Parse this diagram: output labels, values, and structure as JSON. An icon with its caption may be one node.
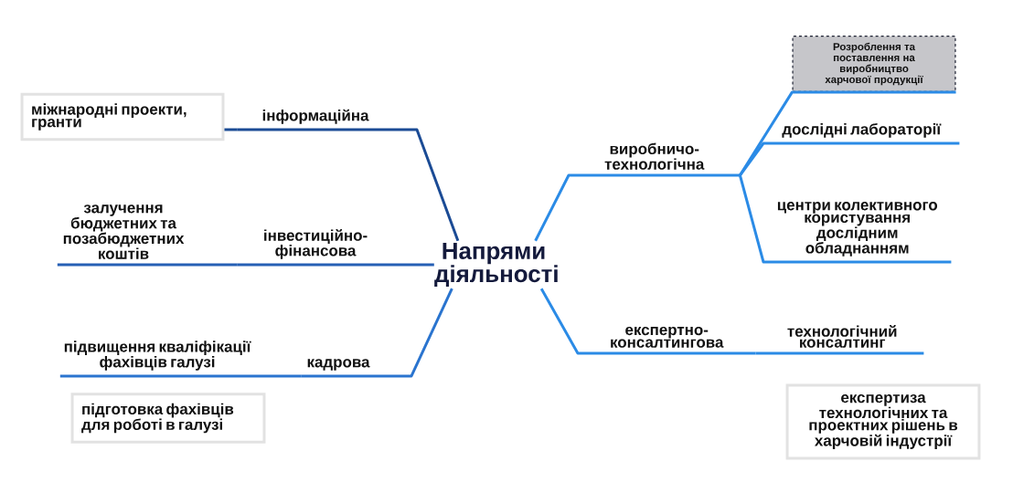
{
  "diagram": {
    "nodes": [
      {
        "text": [
          "Напрями діяльності"
        ]
      },
      {
        "text": [
          "інформаційна"
        ]
      },
      {
        "text": [
          "інвестиційно-фінансова"
        ]
      },
      {
        "text": [
          "кадрова"
        ]
      },
      {
        "text": [
          "виробничо-технологічна"
        ]
      },
      {
        "text": [
          "експертно-консалтингова"
        ]
      },
      {
        "text": [
          "міжнародні проекти, гранти"
        ]
      },
      {
        "text": [
          "залучення бюджетних та позабюджетних коштів"
        ]
      },
      {
        "text": [
          "підвищення кваліфікації фахівців галузі"
        ]
      },
      {
        "text": [
          "підготовка фахівців для роботі в галузі"
        ]
      },
      {
        "text": [
          "Розроблення та поставлення на виробництво харчової продукції"
        ]
      },
      {
        "text": [
          "дослідні лабораторії"
        ]
      },
      {
        "text": [
          "центри колективного користування дослідним обладнанням"
        ]
      },
      {
        "text": [
          "технологічний консалтинг"
        ]
      },
      {
        "text": [
          "експертиза технологічних та проектних рішень в харчовій індустрії"
        ]
      }
    ],
    "edges": [
      {
        "from": 0,
        "to": 1,
        "arrow": "none",
        "color": "#1b4b95"
      },
      {
        "from": 1,
        "to": 6,
        "arrow": "none",
        "color": "#1b4b95"
      },
      {
        "from": 0,
        "to": 2,
        "arrow": "none",
        "color": "#2660b5"
      },
      {
        "from": 2,
        "to": 7,
        "arrow": "none",
        "color": "#2660b5"
      },
      {
        "from": 0,
        "to": 3,
        "arrow": "none",
        "color": "#2a74cf"
      },
      {
        "from": 3,
        "to": 8,
        "arrow": "none",
        "color": "#2a74cf"
      },
      {
        "from": 0,
        "to": 4,
        "arrow": "none"
      },
      {
        "from": 4,
        "to": 10,
        "arrow": "none"
      },
      {
        "from": 4,
        "to": 11,
        "arrow": "none"
      },
      {
        "from": 4,
        "to": 12,
        "arrow": "none"
      },
      {
        "from": 0,
        "to": 5,
        "arrow": "none"
      },
      {
        "from": 5,
        "to": 13,
        "arrow": "none"
      }
    ]
  }
}
